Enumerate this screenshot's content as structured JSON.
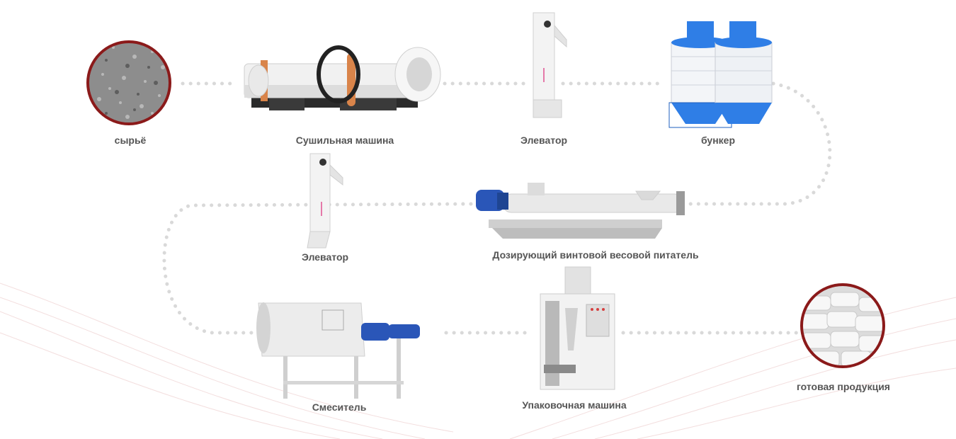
{
  "steps": {
    "raw": "сырьё",
    "dryer": "Сушильная машина",
    "elevator1": "Элеватор",
    "bunker": "бункер",
    "elevator2": "Элеватор",
    "feeder": "Дозирующий винтовой весовой питатель",
    "mixer": "Смеситель",
    "packer": "Упаковочная машина",
    "product": "готовая продукция"
  },
  "colors": {
    "circle_border": "#8b1a1a",
    "dots": "#d9d9d9",
    "label": "#555555",
    "silo_blue": "#2f7ee6",
    "motor_blue": "#2a56b8",
    "dryer_ring": "#d9844a"
  }
}
